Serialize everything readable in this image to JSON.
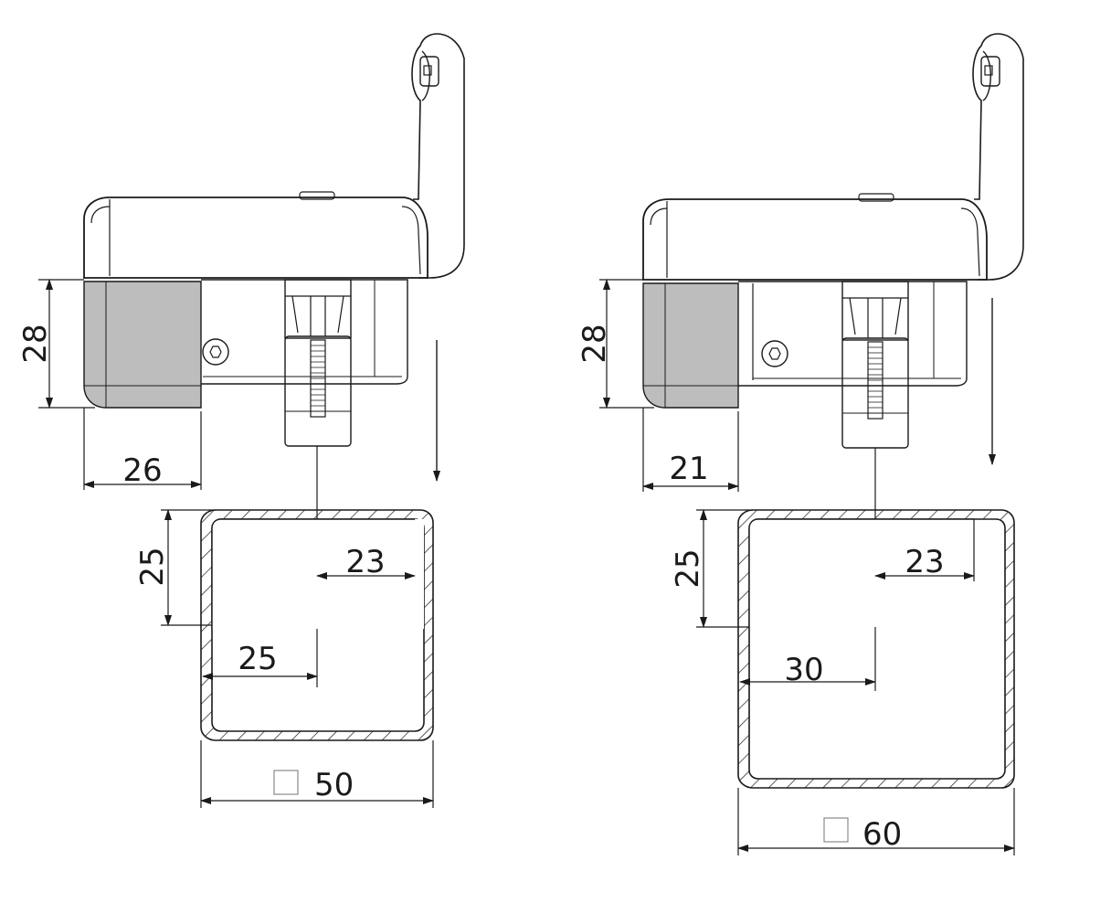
{
  "drawings": [
    {
      "name": "variant-50",
      "dims": {
        "overhang_height": "28",
        "overhang_width": "26",
        "tube_offset_vertical": "25",
        "clamp_to_wall": "23",
        "wall_to_center": "25",
        "tube_size": "50"
      }
    },
    {
      "name": "variant-60",
      "dims": {
        "overhang_height": "28",
        "overhang_width": "21",
        "tube_offset_vertical": "25",
        "clamp_to_wall": "23",
        "wall_to_center": "30",
        "tube_size": "60"
      }
    }
  ],
  "colors": {
    "line": "#1a1a1a",
    "pad_fill": "#bdbdbd",
    "background": "#ffffff"
  },
  "icons": {
    "square_size_symbol": "square-section-icon"
  }
}
